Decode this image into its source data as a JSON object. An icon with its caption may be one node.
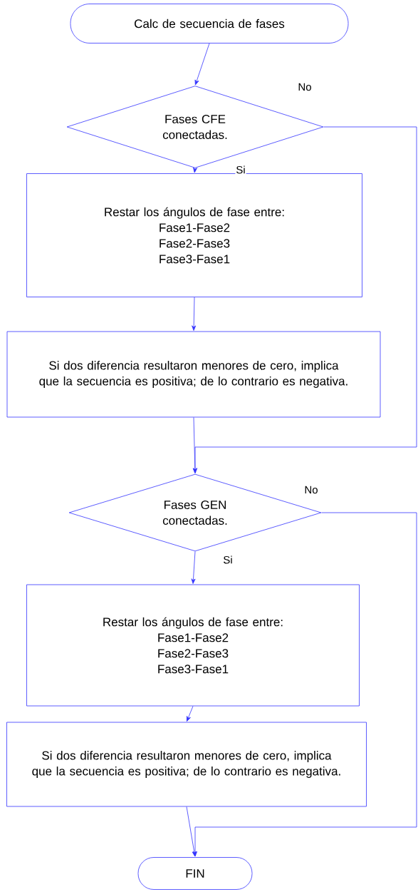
{
  "diagram": {
    "nodes": [
      {
        "text": [
          "Calc de secuencia de fases"
        ]
      },
      {
        "text": [
          "Fases CFE conectadas."
        ]
      },
      {
        "text": [
          "Restar los ángulos de fase entre:",
          "Fase1-Fase2",
          "Fase2-Fase3",
          "Fase3-Fase1"
        ]
      },
      {
        "text": [
          "Si dos diferencia resultaron menores de cero, implica que la secuencia es positiva; de lo contrario es negativa."
        ]
      },
      {
        "text": [
          "Fases GEN conectadas."
        ]
      },
      {
        "text": [
          "Restar los ángulos de fase entre:",
          "Fase1-Fase2",
          "Fase2-Fase3",
          "Fase3-Fase1"
        ]
      },
      {
        "text": [
          "Si dos diferencia resultaron menores de cero, implica que la secuencia es positiva; de lo contrario es negativa."
        ]
      },
      {
        "text": [
          "FIN"
        ]
      }
    ],
    "edges": [
      {
        "from": 0,
        "to": 1,
        "arrow": "to"
      },
      {
        "from": 1,
        "to": 2,
        "arrow": "to",
        "label": "Si"
      },
      {
        "from": 1,
        "to": 4,
        "arrow": "to",
        "label": "No"
      },
      {
        "from": 2,
        "to": 3,
        "arrow": "to"
      },
      {
        "from": 3,
        "to": 4,
        "arrow": "to"
      },
      {
        "from": 4,
        "to": 5,
        "arrow": "to",
        "label": "Si"
      },
      {
        "from": 4,
        "to": 7,
        "arrow": "to",
        "label": "No"
      },
      {
        "from": 5,
        "to": 6,
        "arrow": "to"
      },
      {
        "from": 6,
        "to": 7,
        "arrow": "to"
      }
    ]
  }
}
